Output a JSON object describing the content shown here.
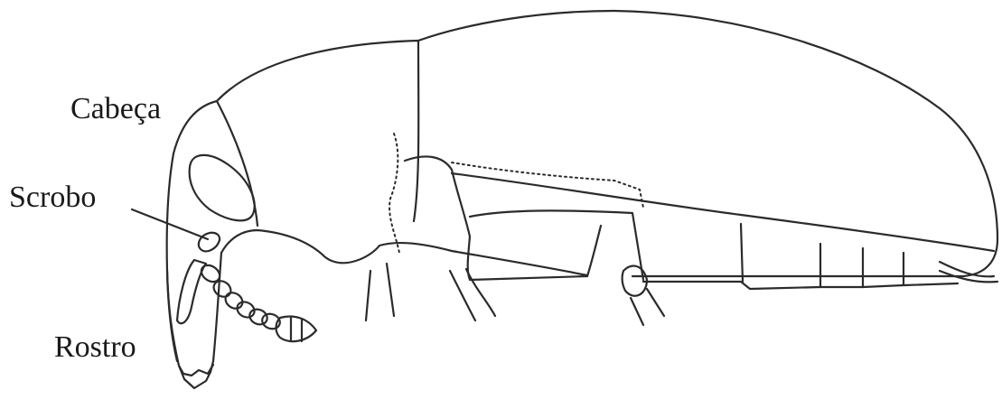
{
  "labels": {
    "head": "Cabeça",
    "scrobe": "Scrobo",
    "rostrum": "Rostro"
  },
  "colors": {
    "line": "#2b2b2b",
    "background": "#ffffff"
  }
}
